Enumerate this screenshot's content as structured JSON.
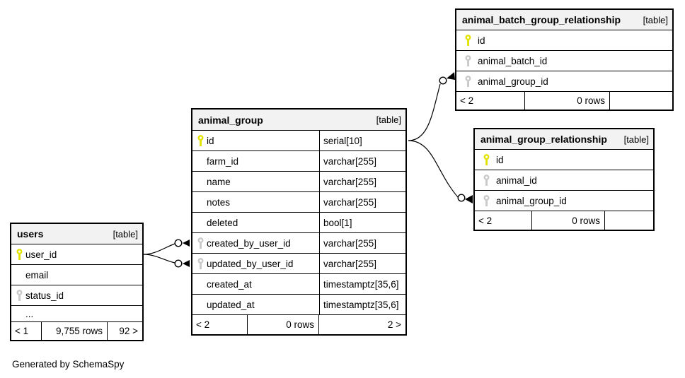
{
  "credit": "Generated by SchemaSpy",
  "colors": {
    "primary_key": "#e3e300",
    "foreign_key": "#c9c9c9",
    "header_bg": "#f2f2f2"
  },
  "tables": [
    {
      "name": "animal_batch_group_relationship",
      "badge": "[table]",
      "columns": [
        {
          "key": "pk",
          "name": "id",
          "type": ""
        },
        {
          "key": "fk",
          "name": "animal_batch_id",
          "type": ""
        },
        {
          "key": "fk",
          "name": "animal_group_id",
          "type": ""
        }
      ],
      "footer": {
        "left": "< 2",
        "center": "0 rows",
        "right": ""
      }
    },
    {
      "name": "animal_group_relationship",
      "badge": "[table]",
      "columns": [
        {
          "key": "pk",
          "name": "id",
          "type": ""
        },
        {
          "key": "fk",
          "name": "animal_id",
          "type": ""
        },
        {
          "key": "fk",
          "name": "animal_group_id",
          "type": ""
        }
      ],
      "footer": {
        "left": "< 2",
        "center": "0 rows",
        "right": ""
      }
    },
    {
      "name": "animal_group",
      "badge": "[table]",
      "columns": [
        {
          "key": "pk",
          "name": "id",
          "type": "serial[10]"
        },
        {
          "key": "",
          "name": "farm_id",
          "type": "varchar[255]"
        },
        {
          "key": "",
          "name": "name",
          "type": "varchar[255]"
        },
        {
          "key": "",
          "name": "notes",
          "type": "varchar[255]"
        },
        {
          "key": "",
          "name": "deleted",
          "type": "bool[1]"
        },
        {
          "key": "fk",
          "name": "created_by_user_id",
          "type": "varchar[255]"
        },
        {
          "key": "fk",
          "name": "updated_by_user_id",
          "type": "varchar[255]"
        },
        {
          "key": "",
          "name": "created_at",
          "type": "timestamptz[35,6]"
        },
        {
          "key": "",
          "name": "updated_at",
          "type": "timestamptz[35,6]"
        }
      ],
      "footer": {
        "left": "< 2",
        "center": "0 rows",
        "right": "2 >"
      }
    },
    {
      "name": "users",
      "badge": "[table]",
      "columns": [
        {
          "key": "pk",
          "name": "user_id",
          "type": ""
        },
        {
          "key": "",
          "name": "email",
          "type": ""
        },
        {
          "key": "fk",
          "name": "status_id",
          "type": ""
        },
        {
          "key": "",
          "name": "...",
          "type": "",
          "ellipsis": true
        }
      ],
      "footer": {
        "left": "< 1",
        "center": "9,755 rows",
        "right": "92 >"
      }
    }
  ],
  "relationships": [
    {
      "from": "animal_group.created_by_user_id",
      "to": "users.user_id"
    },
    {
      "from": "animal_group.updated_by_user_id",
      "to": "users.user_id"
    },
    {
      "from": "animal_batch_group_relationship.animal_group_id",
      "to": "animal_group.id"
    },
    {
      "from": "animal_group_relationship.animal_group_id",
      "to": "animal_group.id"
    }
  ]
}
